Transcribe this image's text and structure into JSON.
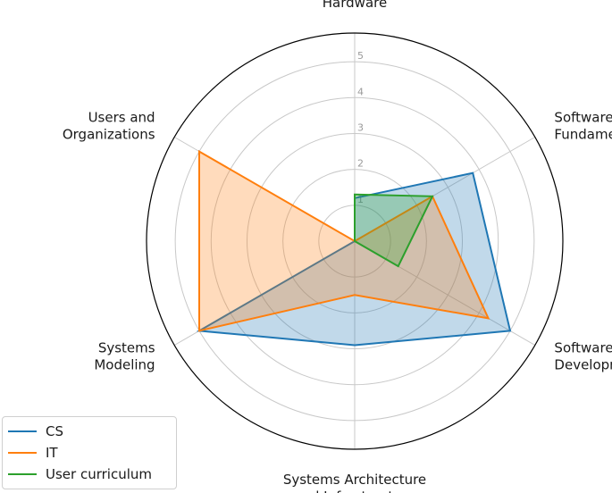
{
  "chart_data": {
    "type": "radar",
    "axes": [
      {
        "lines": [
          "Hardware"
        ]
      },
      {
        "lines": [
          "Software",
          "Fundamentals"
        ]
      },
      {
        "lines": [
          "Software",
          "Development"
        ]
      },
      {
        "lines": [
          "Systems Architecture",
          "and Infrastructure"
        ]
      },
      {
        "lines": [
          "Systems",
          "Modeling"
        ]
      },
      {
        "lines": [
          "Users and",
          "Organizations"
        ]
      }
    ],
    "rmax": 5.8,
    "ticks": [
      "1",
      "2",
      "3",
      "4",
      "5"
    ],
    "tick_values": [
      1,
      2,
      3,
      4,
      5
    ],
    "grid": true,
    "legend_placement": "lower-left",
    "series": [
      {
        "name": "CS",
        "color": "#1f77b4",
        "values": [
          1.2,
          3.8,
          5.0,
          2.9,
          5.0,
          0.0
        ]
      },
      {
        "name": "IT",
        "color": "#ff7f0e",
        "values": [
          0.0,
          2.5,
          4.3,
          1.5,
          5.0,
          5.0
        ]
      },
      {
        "name": "User curriculum",
        "color": "#2ca02c",
        "values": [
          1.3,
          2.5,
          1.4,
          0.0,
          0.0,
          0.0
        ]
      }
    ]
  }
}
